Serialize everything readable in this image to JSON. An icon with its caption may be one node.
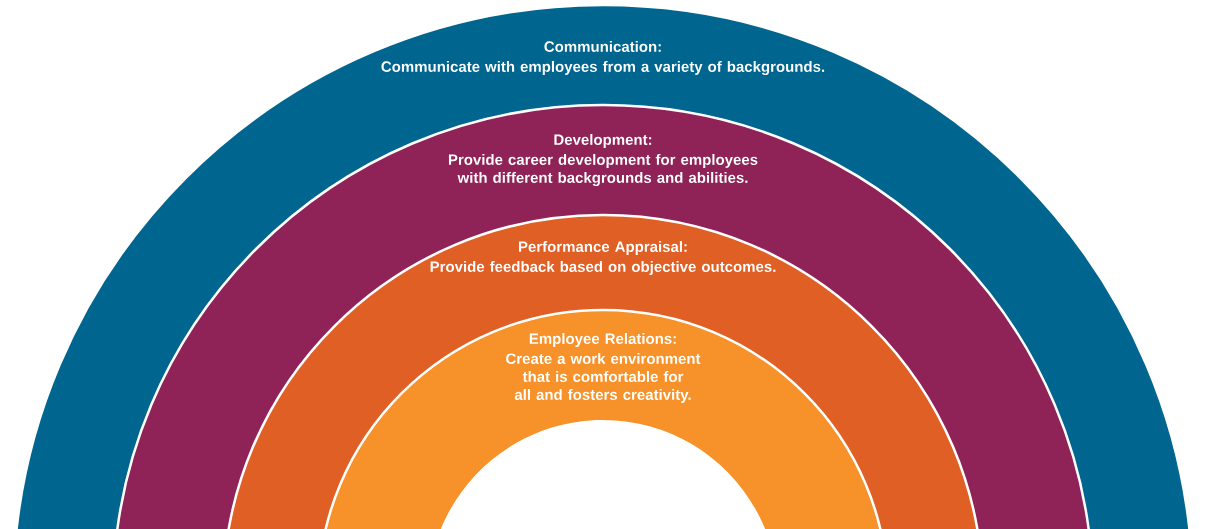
{
  "diagram": {
    "nodes": [
      {
        "text": [
          "Communication:",
          "Communicate with employees from a variety of backgrounds."
        ]
      },
      {
        "text": [
          "Development:",
          "Provide career development for employees with different backgrounds and abilities."
        ],
        "in": 0
      },
      {
        "text": [
          "Performance Appraisal:",
          "Provide feedback based on objective outcomes."
        ],
        "in": 1
      },
      {
        "text": [
          "Employee Relations:",
          "Create a work environment that is comfortable for all and fosters creativity."
        ],
        "in": 2
      }
    ]
  }
}
